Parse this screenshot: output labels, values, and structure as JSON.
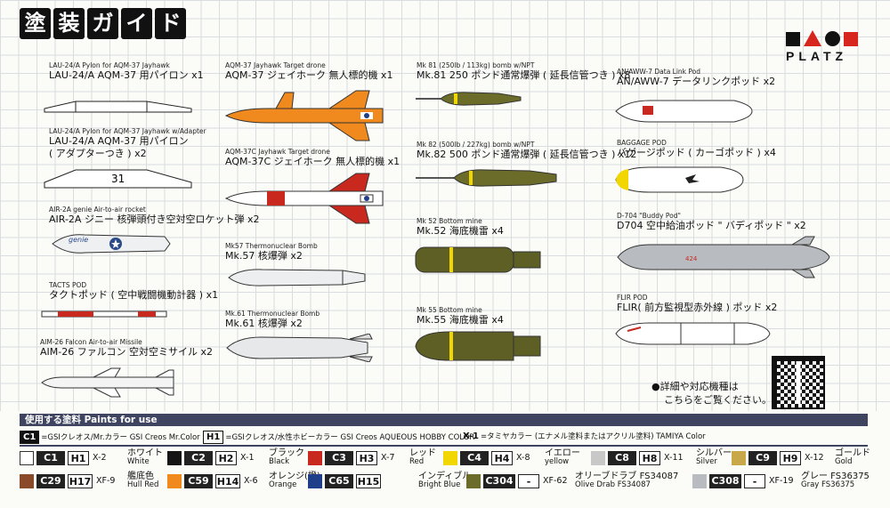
{
  "title_chars": [
    "塗",
    "装",
    "ガ",
    "イ",
    "ド"
  ],
  "brand": "PLATZ",
  "items": [
    {
      "en": "LAU-24/A  Pylon for AQM-37 Jayhawk",
      "jp": "LAU-24/A AQM-37 用パイロン x1"
    },
    {
      "en": "LAU-24/A  Pylon for AQM-37 Jayhawk w/Adapter",
      "jp": "LAU-24/A AQM-37 用パイロン",
      "jp2": "( アダプターつき )  x2",
      "marking": "31"
    },
    {
      "en": "AIR-2A genie Air-to-air rocket",
      "jp": "AIR-2A ジニー  核弾頭付き空対空ロケット弾 x2",
      "marking": "genie"
    },
    {
      "en": "TACTS POD",
      "jp": "タクトポッド ( 空中戦闘機動計器 ) x1"
    },
    {
      "en": "AIM-26 Falcon Air-to-air Missile",
      "jp": "AIM-26 ファルコン 空対空ミサイル x2"
    },
    {
      "en": "AQM-37 Jayhawk Target drone",
      "jp": "AQM-37 ジェイホーク 無人標的機 x1"
    },
    {
      "en": "AQM-37C Jayhawk Target drone",
      "jp": "AQM-37C ジェイホーク 無人標的機 x1"
    },
    {
      "en": "Mk57 Thermonuclear Bomb",
      "jp": "Mk.57 核爆弾 x2"
    },
    {
      "en": "Mk.61 Thermonuclear Bomb",
      "jp": "Mk.61 核爆弾 x2"
    },
    {
      "en": "Mk 81 (250lb / 113kg) bomb w/NPT",
      "jp": "Mk.81 250 ポンド通常爆弾 ( 延長信管つき ) x8"
    },
    {
      "en": "Mk 82 (500lb / 227kg) bomb w/NPT",
      "jp": "Mk.82 500 ポンド通常爆弾 ( 延長信管つき ) x12"
    },
    {
      "en": "Mk 52 Bottom mine",
      "jp": "Mk.52    海底機雷   x4"
    },
    {
      "en": "Mk 55 Bottom mine",
      "jp": "Mk.55    海底機雷   x4"
    },
    {
      "en": "AN/AWW-7 Data Link Pod",
      "jp": "AN/AWW-7 データリンクポッド x2"
    },
    {
      "en": "BAGGAGE POD",
      "jp": "バゲージポッド ( カーゴポッド ) x4"
    },
    {
      "en": "D-704 \"Buddy Pod\"",
      "jp": "D704  空中給油ポッド  \" バディポッド \" x2",
      "marking": "424"
    },
    {
      "en": "FLIR POD",
      "jp": "FLIR( 前方監視型赤外線 ) ポッド    x2"
    }
  ],
  "note": [
    "●詳細や対応機種は",
    "こちらをご覧ください。"
  ],
  "paints_title": "使用する塗料 Paints for use",
  "legend": [
    {
      "code": "C1",
      "text": "=GSIクレオス/Mr.カラー  GSI Creos Mr.Color"
    },
    {
      "code": "H1",
      "text": "=GSIクレオス/水性ホビーカラー  GSI Creos AQUEOUS HOBBY COLOR"
    },
    {
      "code": "X-1",
      "text": "=タミヤカラー  (エナメル塗料またはアクリル塗料)  TAMIYA Color"
    }
  ],
  "colors": [
    {
      "c": "C1",
      "h": "H1",
      "x": "X-2",
      "jp": "ホワイト",
      "en": "White",
      "hex": "#ffffff"
    },
    {
      "c": "C2",
      "h": "H2",
      "x": "X-1",
      "jp": "ブラック",
      "en": "Black",
      "hex": "#151515"
    },
    {
      "c": "C3",
      "h": "H3",
      "x": "X-7",
      "jp": "レッド",
      "en": "Red",
      "hex": "#c8281e"
    },
    {
      "c": "C4",
      "h": "H4",
      "x": "X-8",
      "jp": "イエロー",
      "en": "yellow",
      "hex": "#f2d600"
    },
    {
      "c": "C8",
      "h": "H8",
      "x": "X-11",
      "jp": "シルバー",
      "en": "Silver",
      "hex": "#c8c8c8"
    },
    {
      "c": "C9",
      "h": "H9",
      "x": "X-12",
      "jp": "ゴールド",
      "en": "Gold",
      "hex": "#c9a84a"
    },
    {
      "c": "C29",
      "h": "H17",
      "x": "XF-9",
      "jp": "艦底色",
      "en": "Hull Red",
      "hex": "#8a4a2a"
    },
    {
      "c": "C59",
      "h": "H14",
      "x": "X-6",
      "jp": "オレンジ(橙)",
      "en": "Orange",
      "hex": "#f08a1e"
    },
    {
      "c": "C65",
      "h": "H15",
      "x": "",
      "jp": "インディブルー",
      "en": "Bright Blue",
      "hex": "#1f3f8a"
    },
    {
      "c": "C304",
      "h": "-",
      "x": "XF-62",
      "jp": "オリーブドラブ FS34087",
      "en": "Olive Drab FS34087",
      "hex": "#6b6b2a"
    },
    {
      "c": "C308",
      "h": "-",
      "x": "XF-19",
      "jp": "グレー FS36375",
      "en": "Gray FS36375",
      "hex": "#b8bcc0"
    }
  ]
}
